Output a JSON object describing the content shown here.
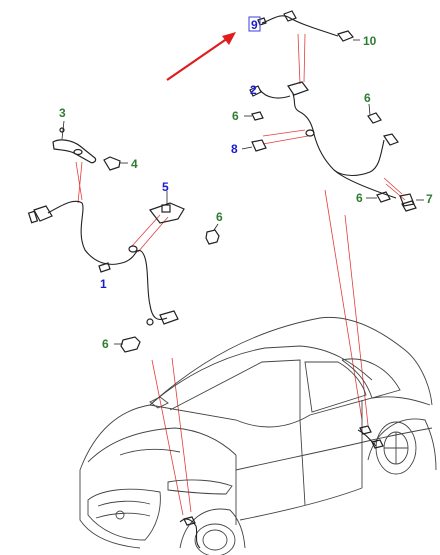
{
  "callouts": [
    {
      "id": "c1",
      "text": "1",
      "color": "#1a1ad1"
    },
    {
      "id": "c2",
      "text": "2",
      "color": "#1a1ad1"
    },
    {
      "id": "c3",
      "text": "3",
      "color": "#2e7d32"
    },
    {
      "id": "c4",
      "text": "4",
      "color": "#2e7d32"
    },
    {
      "id": "c5",
      "text": "5",
      "color": "#1a1ad1"
    },
    {
      "id": "c6a",
      "text": "6",
      "color": "#2e7d32"
    },
    {
      "id": "c6b",
      "text": "6",
      "color": "#2e7d32"
    },
    {
      "id": "c6c",
      "text": "6",
      "color": "#2e7d32"
    },
    {
      "id": "c6d",
      "text": "6",
      "color": "#2e7d32"
    },
    {
      "id": "c6e",
      "text": "6",
      "color": "#2e7d32"
    },
    {
      "id": "c7",
      "text": "7",
      "color": "#2e7d32"
    },
    {
      "id": "c8",
      "text": "8",
      "color": "#1a1ad1"
    },
    {
      "id": "c9",
      "text": "9",
      "color": "#1a1ad1"
    },
    {
      "id": "c10",
      "text": "10",
      "color": "#2e7d32"
    }
  ],
  "colors": {
    "line": "#222222",
    "pointer_lines": "#e53b3b",
    "highlight_arrow": "#e01c1c",
    "highlight_box": "#3d3dd6"
  }
}
